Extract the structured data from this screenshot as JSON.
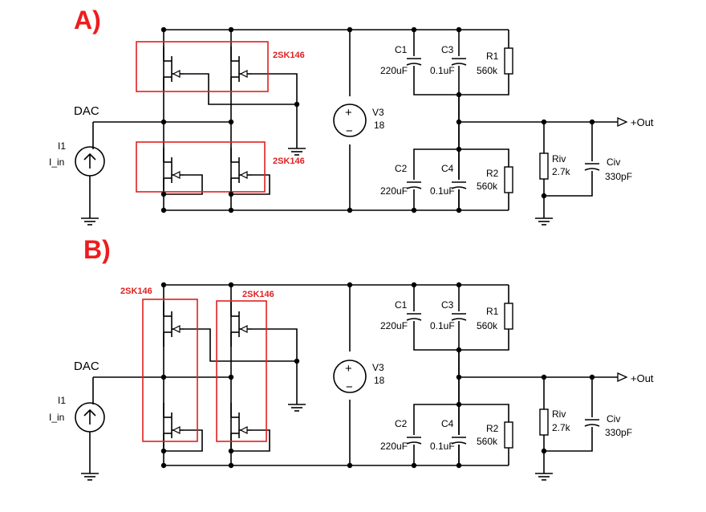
{
  "colors": {
    "accent": "#ee1c1c",
    "wire": "#000000",
    "background": "#ffffff"
  },
  "sections": [
    {
      "label": "A)",
      "dac": "DAC",
      "source": {
        "name": "I1",
        "value": "I_in"
      },
      "jfet_part_top": "2SK146",
      "jfet_part_bottom": "2SK146",
      "supply": {
        "name": "V3",
        "value": "18",
        "plus": "+",
        "minus": "−"
      },
      "caps": {
        "c1": {
          "name": "C1",
          "value": "220uF"
        },
        "c3": {
          "name": "C3",
          "value": "0.1uF"
        },
        "r1": {
          "name": "R1",
          "value": "560k"
        },
        "c2": {
          "name": "C2",
          "value": "220uF"
        },
        "c4": {
          "name": "C4",
          "value": "0.1uF"
        },
        "r2": {
          "name": "R2",
          "value": "560k"
        }
      },
      "riv": {
        "name": "Riv",
        "value": "2.7k"
      },
      "civ": {
        "name": "Civ",
        "value": "330pF"
      },
      "output": "+Out"
    },
    {
      "label": "B)",
      "dac": "DAC",
      "source": {
        "name": "I1",
        "value": "I_in"
      },
      "jfet_part_top": "2SK146",
      "jfet_part_bottom": "2SK146",
      "supply": {
        "name": "V3",
        "value": "18",
        "plus": "+",
        "minus": "−"
      },
      "caps": {
        "c1": {
          "name": "C1",
          "value": "220uF"
        },
        "c3": {
          "name": "C3",
          "value": "0.1uF"
        },
        "r1": {
          "name": "R1",
          "value": "560k"
        },
        "c2": {
          "name": "C2",
          "value": "220uF"
        },
        "c4": {
          "name": "C4",
          "value": "0.1uF"
        },
        "r2": {
          "name": "R2",
          "value": "560k"
        }
      },
      "riv": {
        "name": "Riv",
        "value": "2.7k"
      },
      "civ": {
        "name": "Civ",
        "value": "330pF"
      },
      "output": "+Out"
    }
  ]
}
